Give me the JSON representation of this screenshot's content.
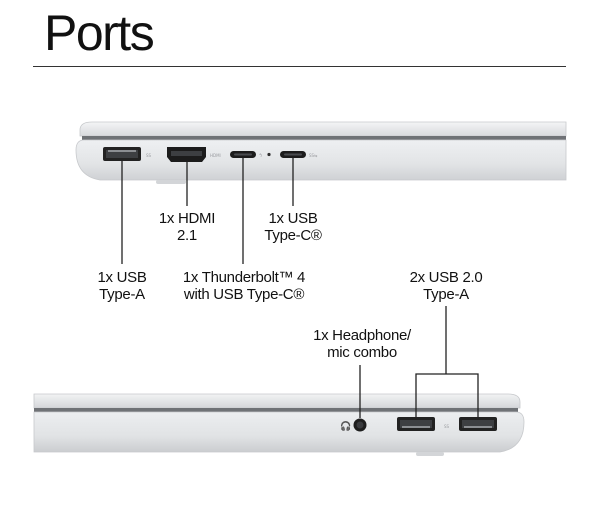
{
  "page": {
    "title": "Ports"
  },
  "labels": {
    "hdmi": {
      "line1": "1x HDMI",
      "line2": "2.1"
    },
    "usbc": {
      "line1": "1x USB",
      "line2": "Type-C®"
    },
    "usba_left": {
      "line1": "1x USB",
      "line2": "Type-A"
    },
    "thunderbolt": {
      "line1": "1x Thunderbolt™ 4",
      "line2": "with USB Type-C®"
    },
    "usb2": {
      "line1": "2x USB 2.0",
      "line2": "Type-A"
    },
    "headphone": {
      "line1": "1x Headphone/",
      "line2": "mic combo"
    }
  },
  "colors": {
    "laptop_body": "#e4e5e7",
    "laptop_edge": "#c9cbce",
    "port_dark": "#1a1a1a",
    "callout_line": "#222222"
  }
}
